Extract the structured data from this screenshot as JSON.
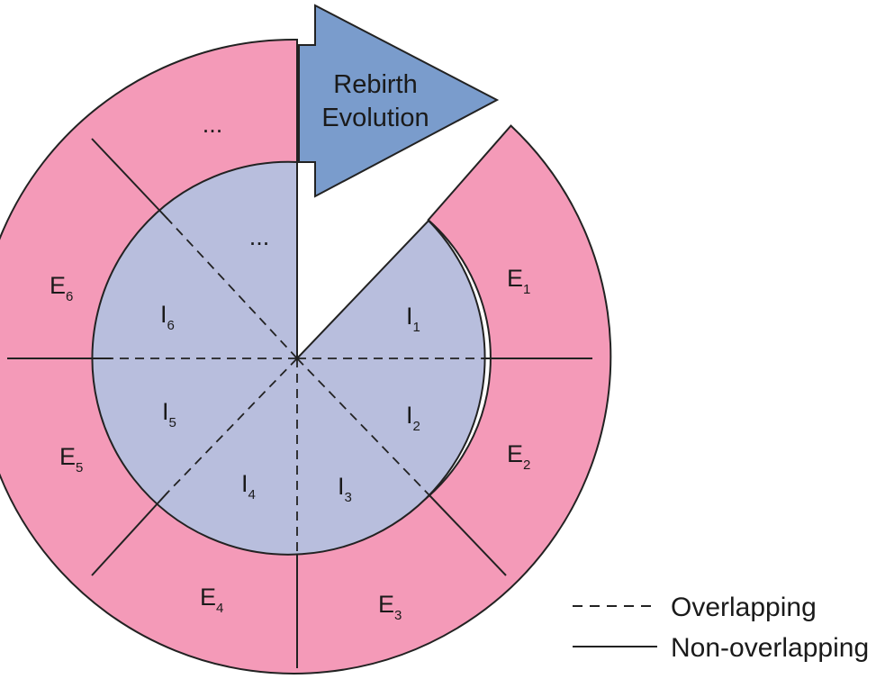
{
  "arrow": {
    "line1": "Rebirth",
    "line2": "Evolution"
  },
  "outer_segments": [
    {
      "letter": "E",
      "index": "1"
    },
    {
      "letter": "E",
      "index": "2"
    },
    {
      "letter": "E",
      "index": "3"
    },
    {
      "letter": "E",
      "index": "4"
    },
    {
      "letter": "E",
      "index": "5"
    },
    {
      "letter": "E",
      "index": "6"
    },
    {
      "text": "..."
    }
  ],
  "inner_segments": [
    {
      "letter": "I",
      "index": "1"
    },
    {
      "letter": "I",
      "index": "2"
    },
    {
      "letter": "I",
      "index": "3"
    },
    {
      "letter": "I",
      "index": "4"
    },
    {
      "letter": "I",
      "index": "5"
    },
    {
      "letter": "I",
      "index": "6"
    },
    {
      "text": "..."
    }
  ],
  "legend": {
    "dashed": "Overlapping",
    "solid": "Non-overlapping"
  },
  "colors": {
    "outer_ring": "#f49ab8",
    "inner_disc": "#b8bedd",
    "arrow": "#7a9ccc",
    "line": "#222222"
  }
}
